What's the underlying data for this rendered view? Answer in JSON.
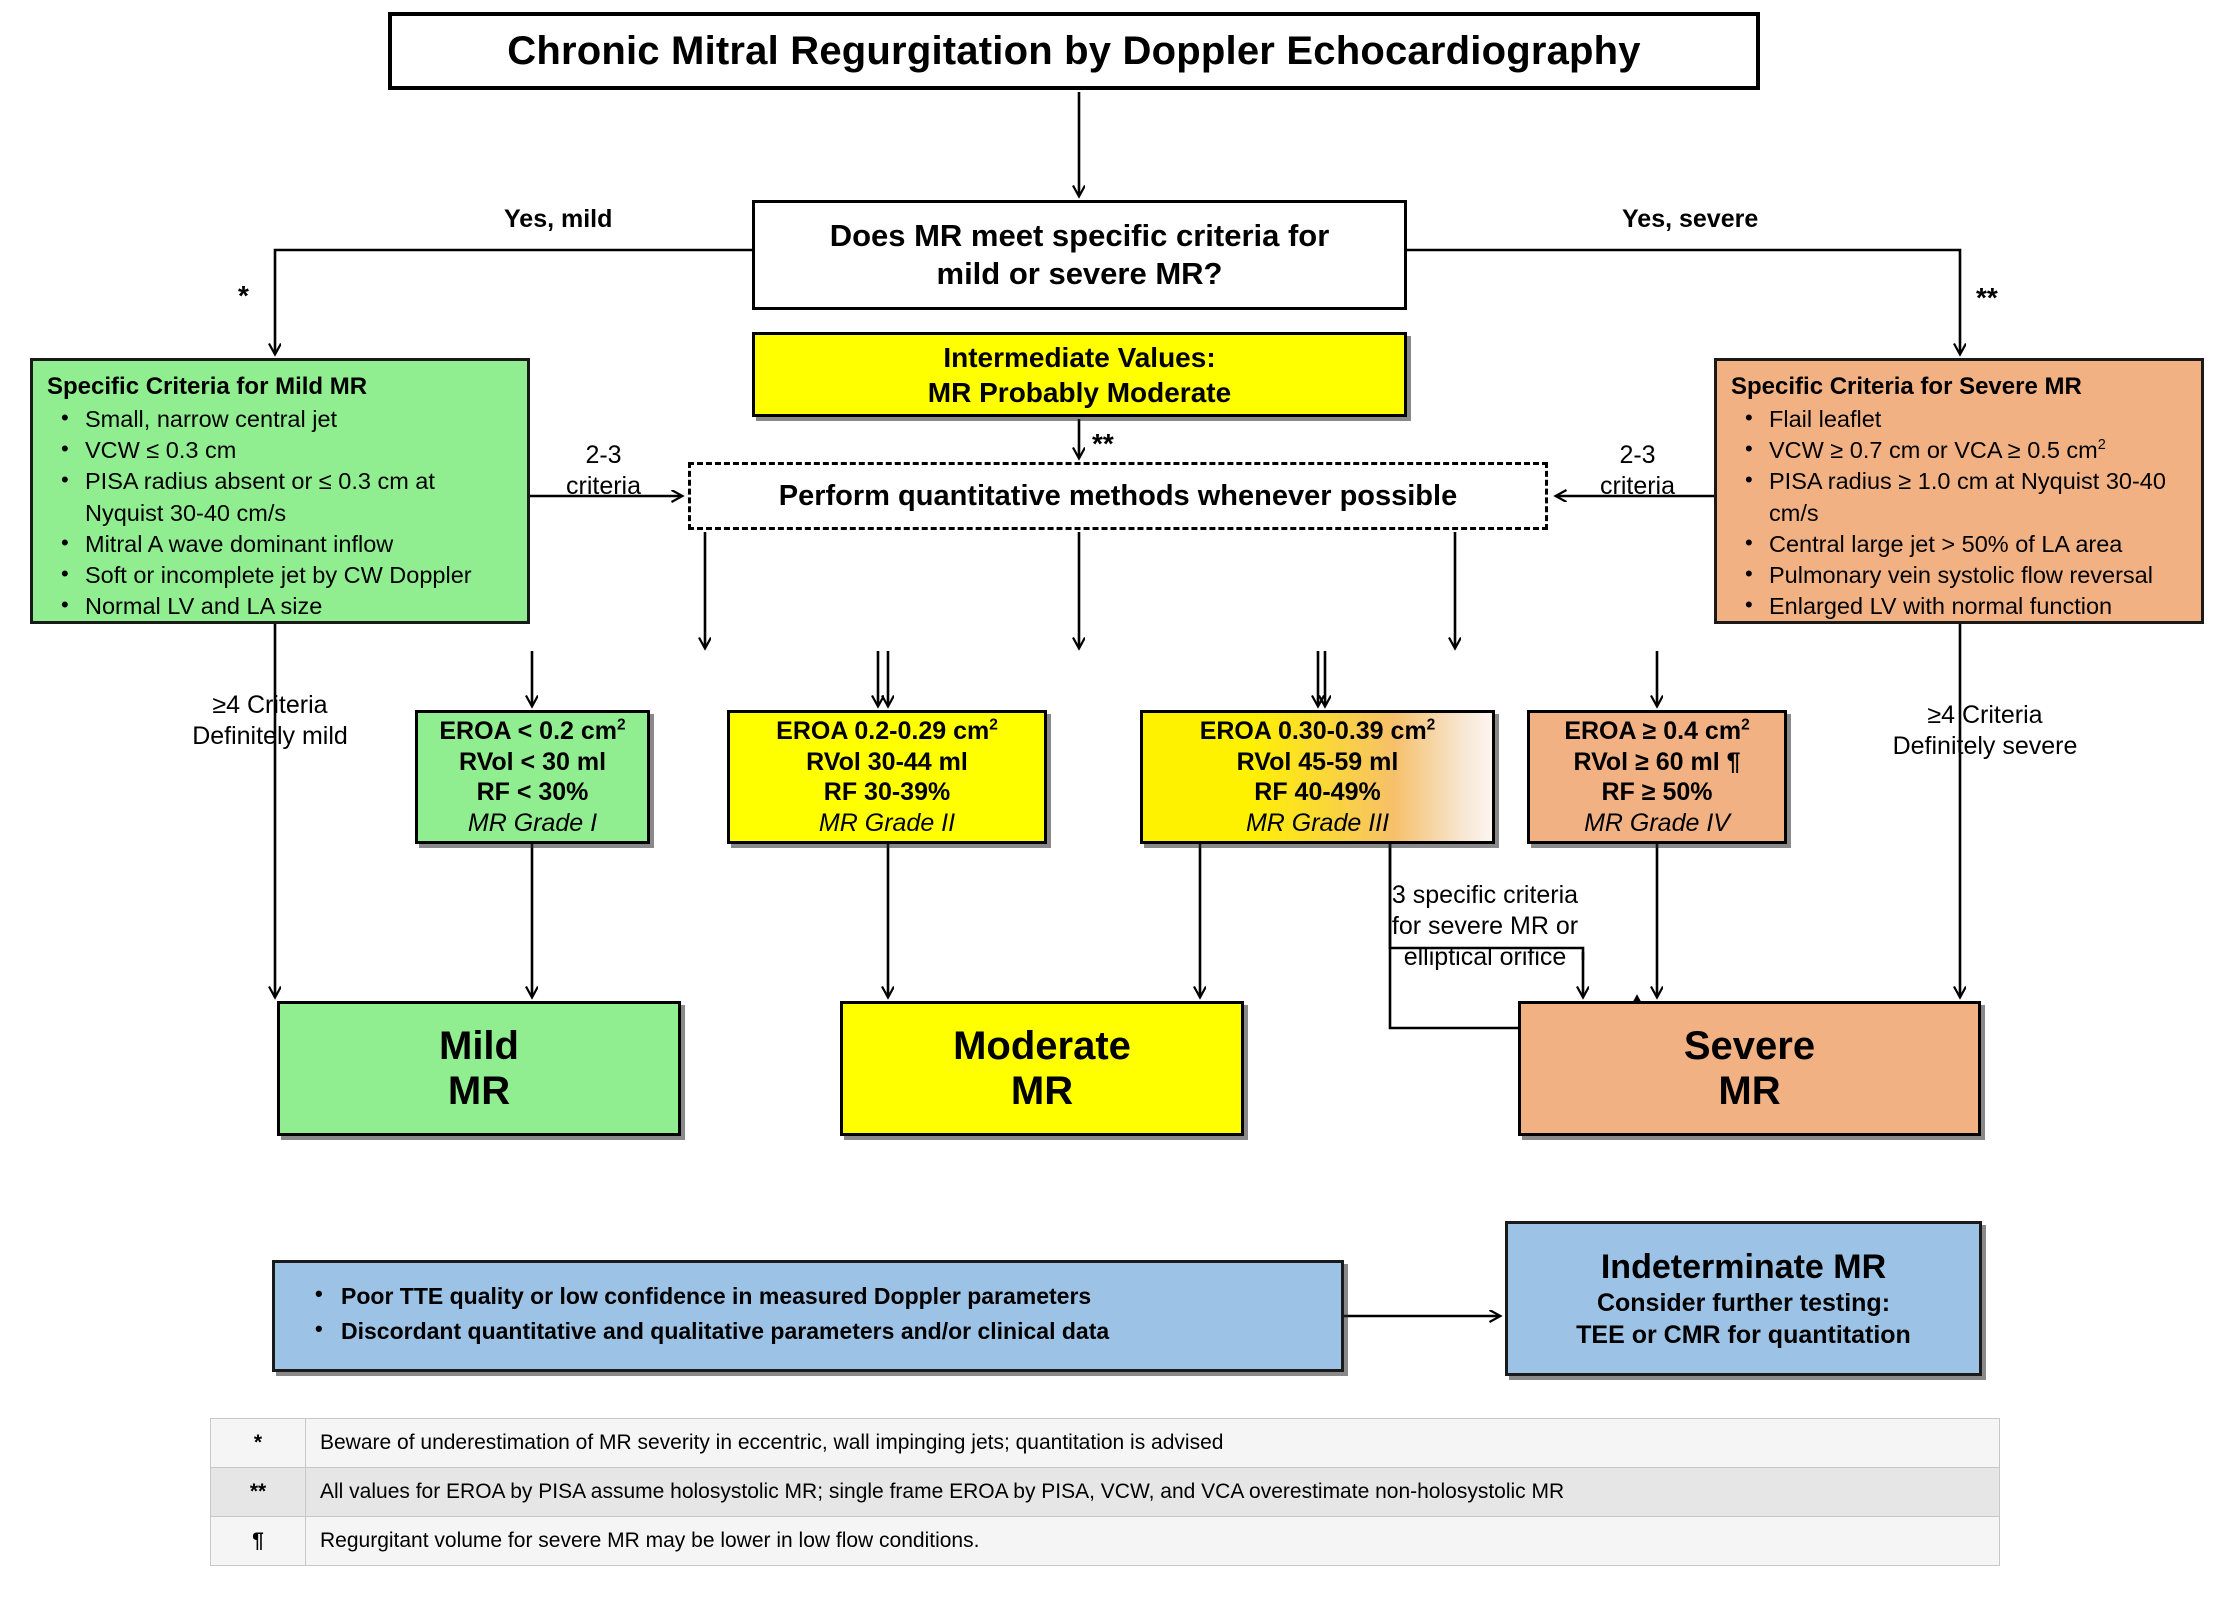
{
  "title": "Chronic Mitral Regurgitation by Doppler Echocardiography",
  "decision": {
    "line1": "Does MR  meet specific criteria for",
    "line2": "mild or severe MR?"
  },
  "intermediate": {
    "line1": "Intermediate Values:",
    "line2": "MR Probably Moderate"
  },
  "quantitative_box": "Perform quantitative methods  whenever possible",
  "edge_labels": {
    "yes_mild": "Yes, mild",
    "yes_severe": "Yes, severe",
    "star_left": "*",
    "star_right": "**",
    "star_center": "**",
    "criteria_left_l1": "2-3",
    "criteria_left_l2": "criteria",
    "criteria_right_l1": "2-3",
    "criteria_right_l2": "criteria",
    "definitely_mild_l1": "≥4 Criteria",
    "definitely_mild_l2": "Definitely mild",
    "definitely_severe_l1": "≥4 Criteria",
    "definitely_severe_l2": "Definitely severe",
    "three_criteria_l1": "3 specific criteria",
    "three_criteria_l2": "for severe MR or",
    "three_criteria_l3": "elliptical orifice"
  },
  "mild_criteria": {
    "header": "Specific Criteria for Mild MR",
    "items": [
      "Small, narrow central jet",
      "VCW ≤ 0.3 cm",
      "PISA radius absent or  ≤ 0.3 cm at Nyquist 30-40 cm/s",
      "Mitral A wave dominant inflow",
      "Soft or incomplete jet by CW Doppler",
      "Normal LV and LA size"
    ]
  },
  "severe_criteria": {
    "header": "Specific Criteria for Severe MR",
    "items_html": [
      "Flail leaflet",
      "VCW  ≥ 0.7 cm or VCA ≥ 0.5 cm<sup>2</sup>",
      "PISA radius ≥ 1.0 cm at Nyquist 30-40 cm/s",
      "Central large jet > 50% of LA area",
      "Pulmonary vein systolic flow reversal",
      "Enlarged LV with normal function"
    ]
  },
  "grades": [
    {
      "eroa_html": "EROA < 0.2 cm<sup>2</sup>",
      "rvol": "RVol < 30 ml",
      "rf": "RF < 30%",
      "grade": "MR Grade I",
      "color": "#90EE90"
    },
    {
      "eroa_html": "EROA 0.2-0.29 cm<sup>2</sup>",
      "rvol": "RVol 30-44 ml",
      "rf": "RF 30-39%",
      "grade": "MR Grade II",
      "color": "#FFFF00"
    },
    {
      "eroa_html": "EROA 0.30-0.39 cm<sup>2</sup>",
      "rvol": "RVol 45-59 ml",
      "rf": "RF 40-49%",
      "grade": "MR Grade III",
      "color": "#FFF200"
    },
    {
      "eroa_html": "EROA ≥ 0.4 cm<sup>2</sup>",
      "rvol": "RVol ≥ 60 ml ¶",
      "rf": "RF ≥ 50%",
      "grade": "MR Grade IV",
      "color": "#F2B183"
    }
  ],
  "outcomes": {
    "mild_l1": "Mild",
    "mild_l2": "MR",
    "moderate_l1": "Moderate",
    "moderate_l2": "MR",
    "severe_l1": "Severe",
    "severe_l2": "MR"
  },
  "quality_box": {
    "items": [
      "Poor TTE quality or low confidence in measured Doppler parameters",
      "Discordant quantitative and qualitative parameters and/or clinical data"
    ]
  },
  "indeterminate": {
    "title": "Indeterminate MR",
    "line2": "Consider further testing:",
    "line3": "TEE or CMR for quantitation"
  },
  "footnotes": [
    {
      "symbol": "*",
      "text": "Beware of underestimation of MR severity in eccentric, wall impinging jets; quantitation is advised"
    },
    {
      "symbol": "**",
      "text": "All values for EROA by PISA assume holosystolic MR; single frame EROA by PISA, VCW, and VCA overestimate non-holosystolic MR"
    },
    {
      "symbol": "¶",
      "text": "Regurgitant volume for severe MR may be lower in low flow conditions."
    }
  ],
  "colors": {
    "mild_green": "#90EE90",
    "moderate_yellow": "#FFFF00",
    "severe_orange": "#F2B183",
    "indeterminate_blue": "#9CC3E5",
    "line": "#000000"
  }
}
